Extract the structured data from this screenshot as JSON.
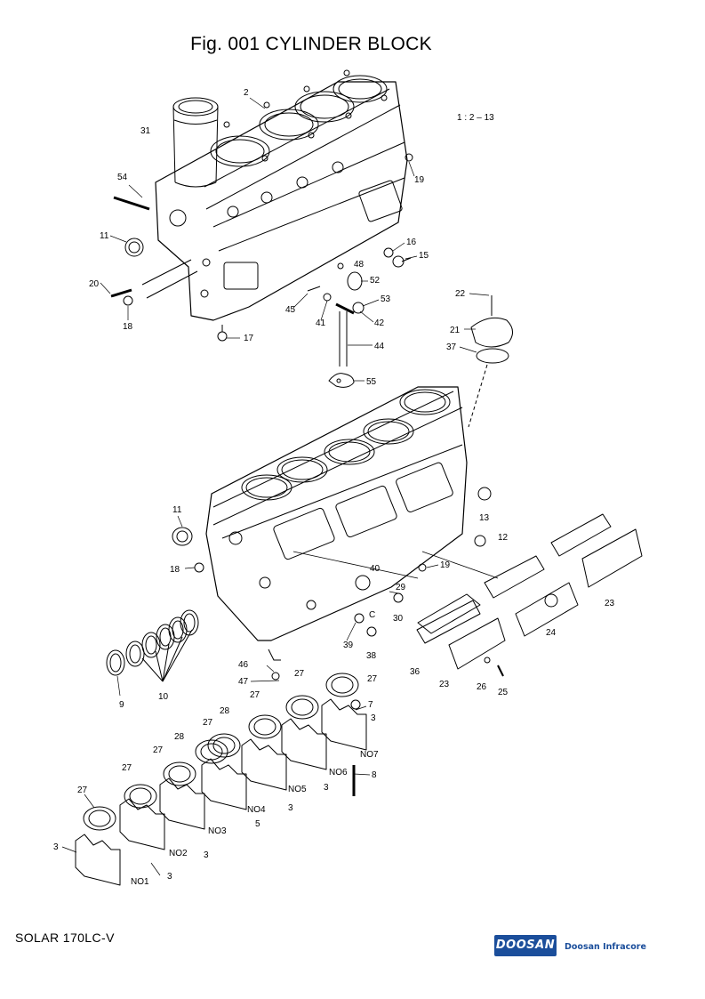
{
  "page": {
    "title": "Fig. 001 CYLINDER BLOCK",
    "scale": "1 : 2 – 13",
    "model": "SOLAR 170LC-V",
    "brand": "DOOSAN",
    "company": "Doosan Infracore",
    "brand_color": "#1b4e9b"
  },
  "callouts": [
    {
      "id": "c2",
      "text": "2"
    },
    {
      "id": "c31",
      "text": "31"
    },
    {
      "id": "c54",
      "text": "54"
    },
    {
      "id": "c11a",
      "text": "11"
    },
    {
      "id": "c20",
      "text": "20"
    },
    {
      "id": "c18a",
      "text": "18"
    },
    {
      "id": "c17",
      "text": "17"
    },
    {
      "id": "c19a",
      "text": "19"
    },
    {
      "id": "c16",
      "text": "16"
    },
    {
      "id": "c15",
      "text": "15"
    },
    {
      "id": "c48a",
      "text": "48"
    },
    {
      "id": "c52",
      "text": "52"
    },
    {
      "id": "c53",
      "text": "53"
    },
    {
      "id": "c45",
      "text": "45"
    },
    {
      "id": "c41",
      "text": "41"
    },
    {
      "id": "c42",
      "text": "42"
    },
    {
      "id": "c44",
      "text": "44"
    },
    {
      "id": "c55",
      "text": "55"
    },
    {
      "id": "c22",
      "text": "22"
    },
    {
      "id": "c21",
      "text": "21"
    },
    {
      "id": "c37",
      "text": "37"
    },
    {
      "id": "c11b",
      "text": "11"
    },
    {
      "id": "c13",
      "text": "13"
    },
    {
      "id": "c12",
      "text": "12"
    },
    {
      "id": "c18b",
      "text": "18"
    },
    {
      "id": "c19b",
      "text": "19"
    },
    {
      "id": "c40",
      "text": "40"
    },
    {
      "id": "c29",
      "text": "29"
    },
    {
      "id": "cC",
      "text": "C"
    },
    {
      "id": "c30",
      "text": "30"
    },
    {
      "id": "c39",
      "text": "39"
    },
    {
      "id": "c38",
      "text": "38"
    },
    {
      "id": "c23a",
      "text": "23"
    },
    {
      "id": "c24",
      "text": "24"
    },
    {
      "id": "c36",
      "text": "36"
    },
    {
      "id": "c23b",
      "text": "23"
    },
    {
      "id": "c26",
      "text": "26"
    },
    {
      "id": "c25",
      "text": "25"
    },
    {
      "id": "c46",
      "text": "46"
    },
    {
      "id": "c27a",
      "text": "27"
    },
    {
      "id": "c47",
      "text": "47"
    },
    {
      "id": "c27b",
      "text": "27"
    },
    {
      "id": "c9",
      "text": "9"
    },
    {
      "id": "c10",
      "text": "10"
    },
    {
      "id": "c7",
      "text": "7"
    },
    {
      "id": "c3a",
      "text": "3"
    },
    {
      "id": "c27c",
      "text": "27"
    },
    {
      "id": "c28a",
      "text": "28"
    },
    {
      "id": "c27d",
      "text": "27"
    },
    {
      "id": "cNO7",
      "text": "NO7"
    },
    {
      "id": "c28b",
      "text": "28"
    },
    {
      "id": "c27e",
      "text": "27"
    },
    {
      "id": "cNO6",
      "text": "NO6"
    },
    {
      "id": "c8",
      "text": "8"
    },
    {
      "id": "c27f",
      "text": "27"
    },
    {
      "id": "cNO5",
      "text": "NO5"
    },
    {
      "id": "c3b",
      "text": "3"
    },
    {
      "id": "c27g",
      "text": "27"
    },
    {
      "id": "c3c",
      "text": "3"
    },
    {
      "id": "cNO4",
      "text": "NO4"
    },
    {
      "id": "c5",
      "text": "5"
    },
    {
      "id": "cNO3",
      "text": "NO3"
    },
    {
      "id": "c3d",
      "text": "3"
    },
    {
      "id": "cNO2",
      "text": "NO2"
    },
    {
      "id": "c3e",
      "text": "3"
    },
    {
      "id": "c3f",
      "text": "3"
    },
    {
      "id": "cNO1",
      "text": "NO1"
    },
    {
      "id": "c3g",
      "text": "3"
    }
  ]
}
